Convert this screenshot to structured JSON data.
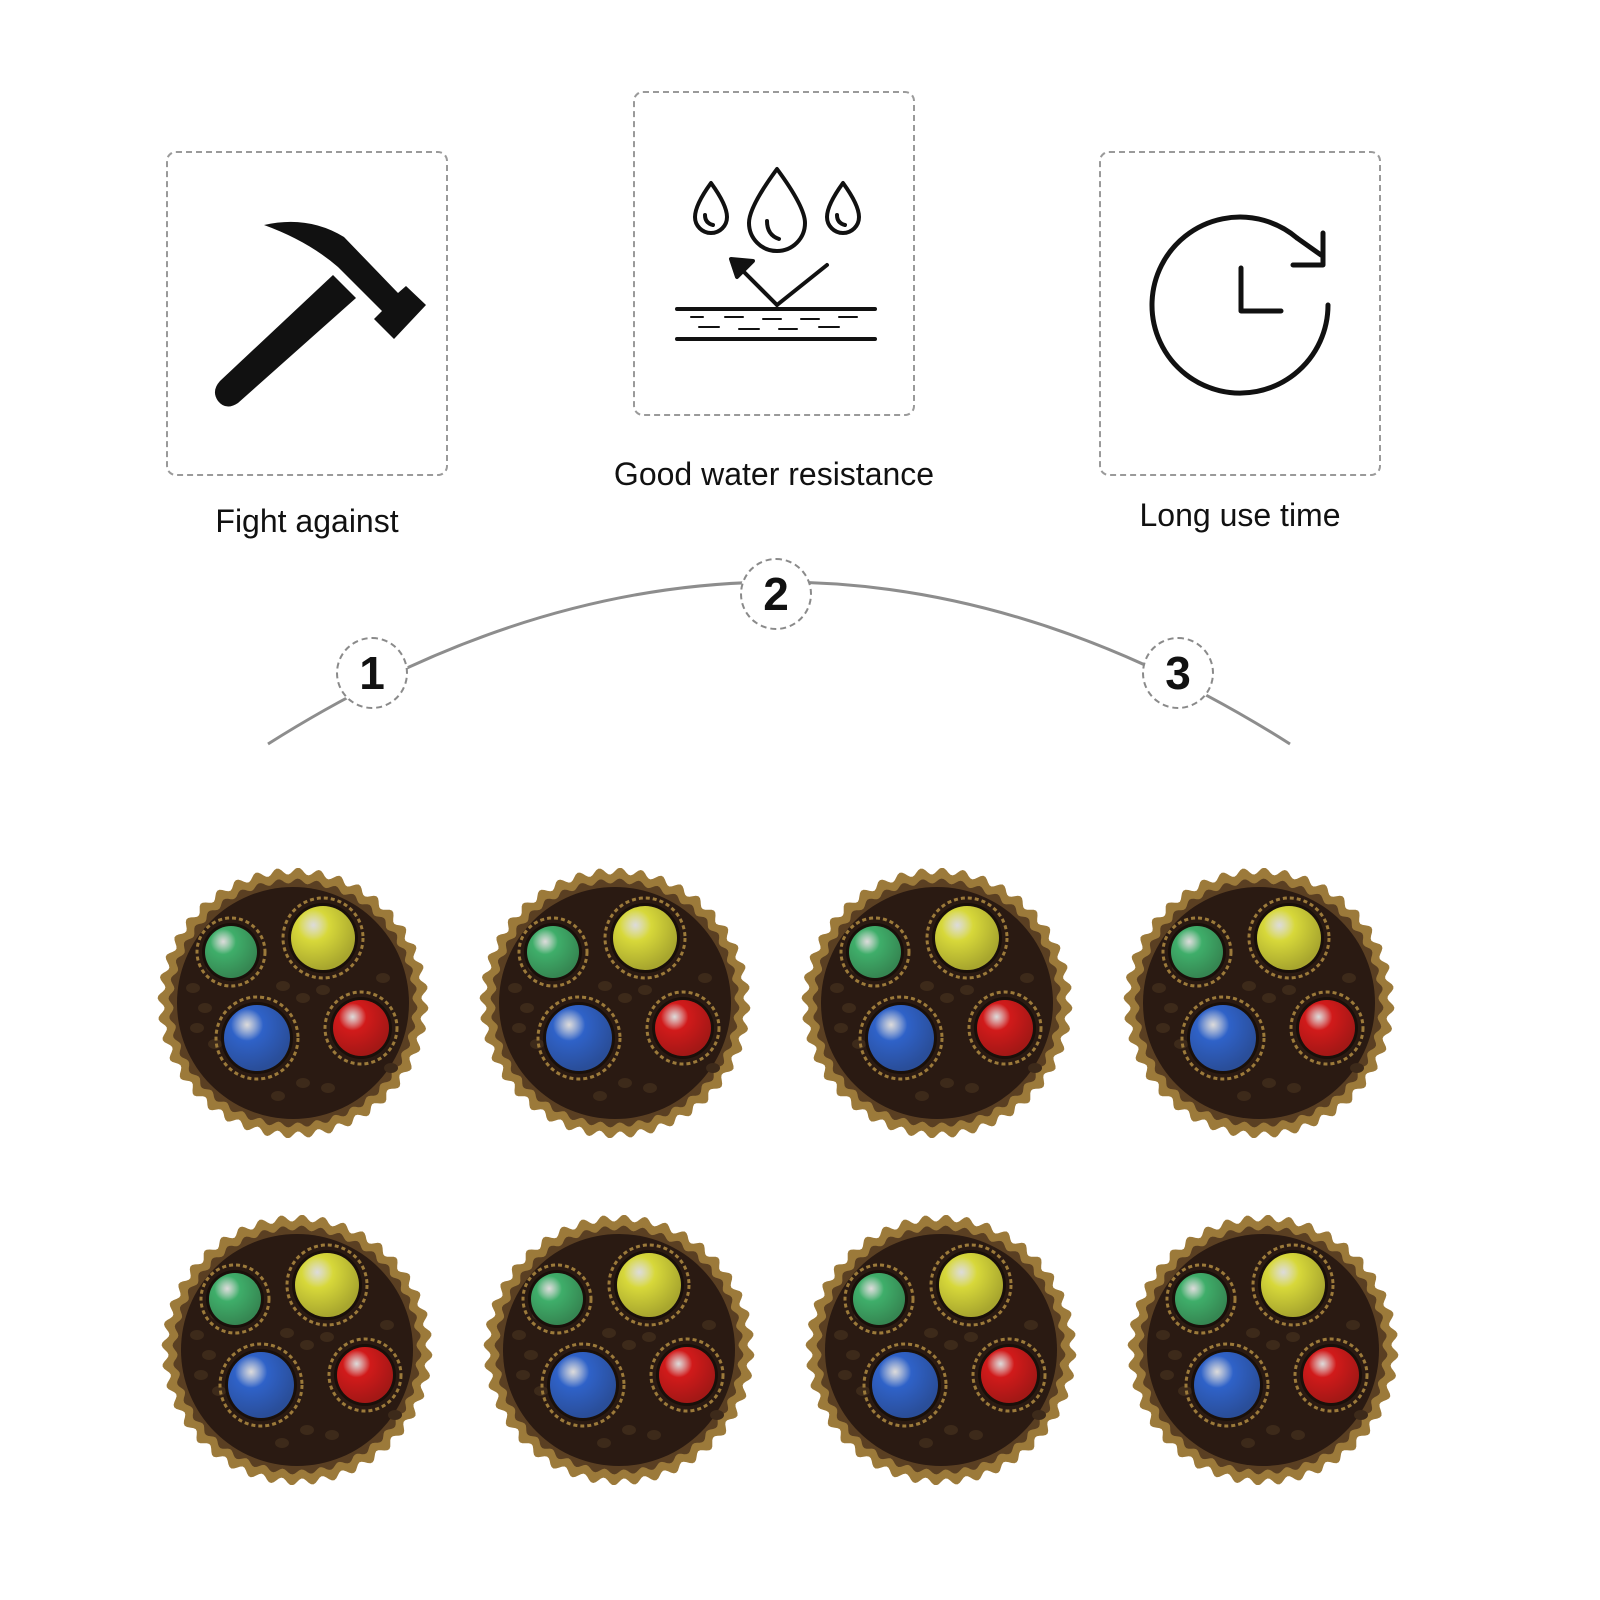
{
  "features": [
    {
      "id": "fight",
      "label": "Fight against",
      "icon": "hammer-icon"
    },
    {
      "id": "water",
      "label": "Good water resistance",
      "icon": "water-drops-icon"
    },
    {
      "id": "time",
      "label": "Long use time",
      "icon": "clock-refresh-icon"
    }
  ],
  "steps": [
    "1",
    "2",
    "3"
  ],
  "product": {
    "item": "round-concho-with-colored-gems",
    "count": 8,
    "gem_colors": {
      "green": "#3fae6a",
      "yellow": "#d7d83a",
      "blue": "#2f62c8",
      "red": "#d11a1a"
    },
    "base_color": "#2a1a12",
    "rim_color": "#9c7a3a"
  }
}
